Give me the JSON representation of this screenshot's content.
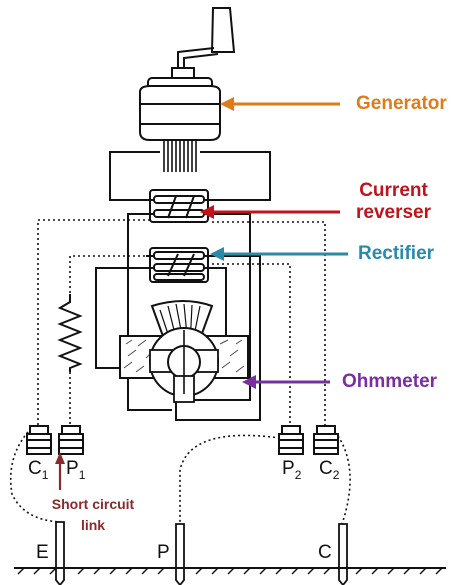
{
  "labels": {
    "generator": "Generator",
    "current_reverser_line1": "Current",
    "current_reverser_line2": "reverser",
    "rectifier": "Rectifier",
    "ohmmeter": "Ohmmeter",
    "short_circuit_line1": "Short circuit",
    "short_circuit_line2": "link"
  },
  "terminals": {
    "c1": {
      "letter": "C",
      "sub": "1"
    },
    "p1": {
      "letter": "P",
      "sub": "1"
    },
    "p2": {
      "letter": "P",
      "sub": "2"
    },
    "c2": {
      "letter": "C",
      "sub": "2"
    }
  },
  "spikes": {
    "e": "E",
    "p": "P",
    "c": "C"
  },
  "colors": {
    "generator": "#e07b1a",
    "current_reverser": "#c0141c",
    "rectifier": "#2a8aa8",
    "ohmmeter": "#7a2fa0",
    "short_circuit": "#8a2a2a",
    "line": "#111111"
  }
}
